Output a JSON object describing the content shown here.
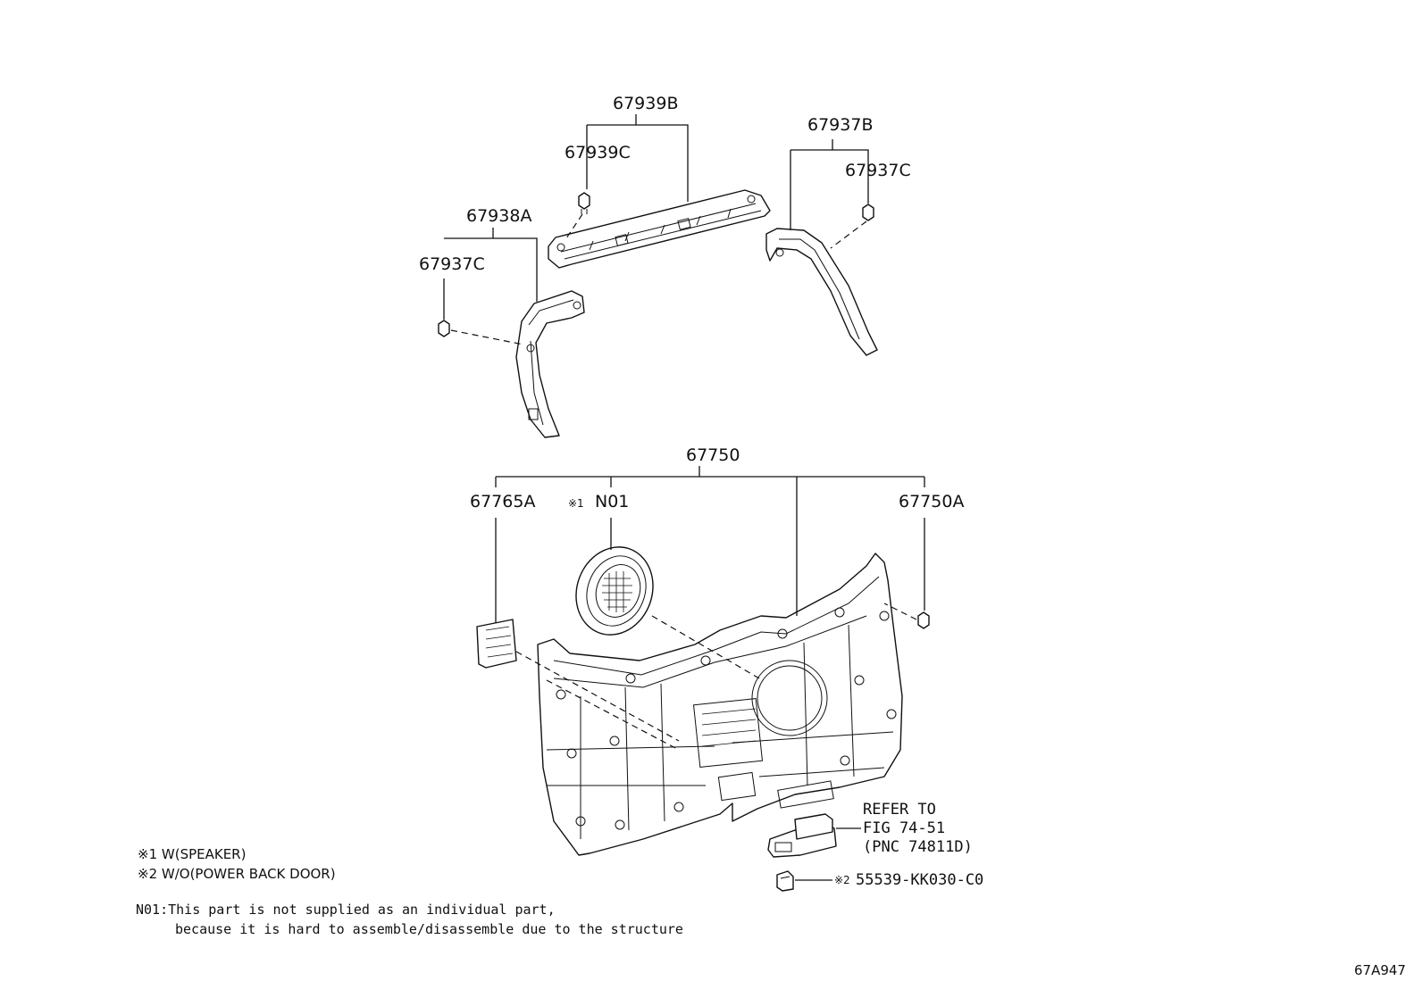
{
  "parts": {
    "p67939B": "67939B",
    "p67939C": "67939C",
    "p67937B": "67937B",
    "p67937C_right": "67937C",
    "p67938A": "67938A",
    "p67937C_left": "67937C",
    "p67750": "67750",
    "p67765A": "67765A",
    "pN01_mark": "※1",
    "pN01": "N01",
    "p67750A": "67750A",
    "refer_line1": "REFER TO",
    "refer_line2": "FIG 74-51",
    "refer_line3": "(PNC 74811D)",
    "clip_mark": "※2",
    "clip_part": "55539-KK030-C0"
  },
  "notes": {
    "note1": "※1 W(SPEAKER)",
    "note2": "※2 W/O(POWER BACK DOOR)",
    "n01_line1": "N01:This part is not supplied as an individual part,",
    "n01_line2": "because it is hard to assemble/disassemble due to the structure"
  },
  "figure_id": "67A947"
}
